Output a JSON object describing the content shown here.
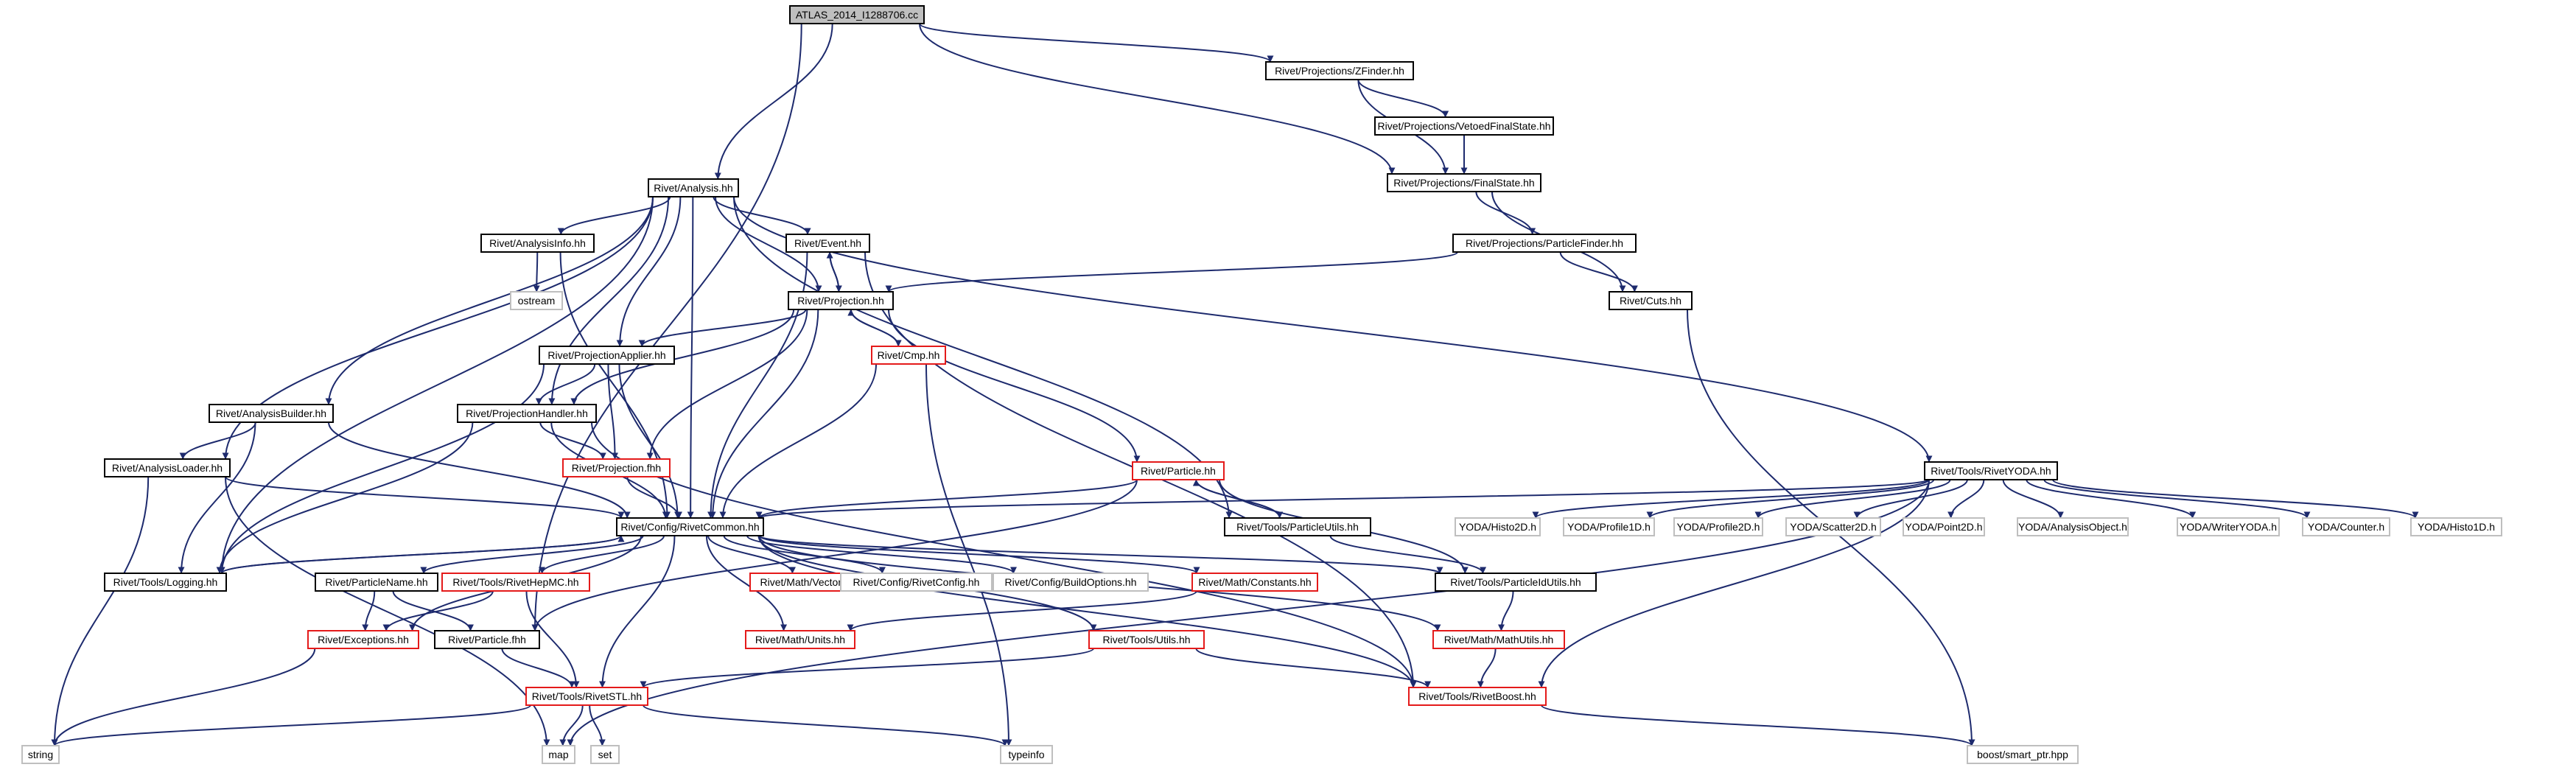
{
  "graph": {
    "nodes": [
      {
        "id": "root",
        "label": "ATLAS_2014_I1288706.cc",
        "type": "root"
      },
      {
        "id": "zfinder",
        "label": "Rivet/Projections/ZFinder.hh",
        "type": "black"
      },
      {
        "id": "vfs",
        "label": "Rivet/Projections/VetoedFinalState.hh",
        "type": "black"
      },
      {
        "id": "fs",
        "label": "Rivet/Projections/FinalState.hh",
        "type": "black"
      },
      {
        "id": "analysis",
        "label": "Rivet/Analysis.hh",
        "type": "black"
      },
      {
        "id": "pfinder",
        "label": "Rivet/Projections/ParticleFinder.hh",
        "type": "black"
      },
      {
        "id": "cuts",
        "label": "Rivet/Cuts.hh",
        "type": "black"
      },
      {
        "id": "ainfo",
        "label": "Rivet/AnalysisInfo.hh",
        "type": "black"
      },
      {
        "id": "event",
        "label": "Rivet/Event.hh",
        "type": "black"
      },
      {
        "id": "ostream",
        "label": "ostream",
        "type": "gray"
      },
      {
        "id": "projection",
        "label": "Rivet/Projection.hh",
        "type": "black"
      },
      {
        "id": "cmp",
        "label": "Rivet/Cmp.hh",
        "type": "red"
      },
      {
        "id": "papplier",
        "label": "Rivet/ProjectionApplier.hh",
        "type": "black"
      },
      {
        "id": "abuilder",
        "label": "Rivet/AnalysisBuilder.hh",
        "type": "black"
      },
      {
        "id": "phandler",
        "label": "Rivet/ProjectionHandler.hh",
        "type": "black"
      },
      {
        "id": "aloader",
        "label": "Rivet/AnalysisLoader.hh",
        "type": "black"
      },
      {
        "id": "projfhh",
        "label": "Rivet/Projection.fhh",
        "type": "red"
      },
      {
        "id": "particle",
        "label": "Rivet/Particle.hh",
        "type": "red"
      },
      {
        "id": "rivetyoda",
        "label": "Rivet/Tools/RivetYODA.hh",
        "type": "black"
      },
      {
        "id": "common",
        "label": "Rivet/Config/RivetCommon.hh",
        "type": "black"
      },
      {
        "id": "putils",
        "label": "Rivet/Tools/ParticleUtils.hh",
        "type": "black"
      },
      {
        "id": "histo2d",
        "label": "YODA/Histo2D.h",
        "type": "gray"
      },
      {
        "id": "profile1d",
        "label": "YODA/Profile1D.h",
        "type": "gray"
      },
      {
        "id": "profile2d",
        "label": "YODA/Profile2D.h",
        "type": "gray"
      },
      {
        "id": "scatter2d",
        "label": "YODA/Scatter2D.h",
        "type": "gray"
      },
      {
        "id": "point2d",
        "label": "YODA/Point2D.h",
        "type": "gray"
      },
      {
        "id": "aobject",
        "label": "YODA/AnalysisObject.h",
        "type": "gray"
      },
      {
        "id": "writeryoda",
        "label": "YODA/WriterYODA.h",
        "type": "gray"
      },
      {
        "id": "counter",
        "label": "YODA/Counter.h",
        "type": "gray"
      },
      {
        "id": "histo1d",
        "label": "YODA/Histo1D.h",
        "type": "gray"
      },
      {
        "id": "logging",
        "label": "Rivet/Tools/Logging.hh",
        "type": "black"
      },
      {
        "id": "pnames",
        "label": "Rivet/ParticleName.hh",
        "type": "black"
      },
      {
        "id": "hepmc",
        "label": "Rivet/Tools/RivetHepMC.hh",
        "type": "red"
      },
      {
        "id": "vectors",
        "label": "Rivet/Math/Vectors.hh",
        "type": "red"
      },
      {
        "id": "rconfig",
        "label": "Rivet/Config/RivetConfig.hh",
        "type": "gray"
      },
      {
        "id": "buildopts",
        "label": "Rivet/Config/BuildOptions.hh",
        "type": "gray"
      },
      {
        "id": "constants",
        "label": "Rivet/Math/Constants.hh",
        "type": "red"
      },
      {
        "id": "pidutils",
        "label": "Rivet/Tools/ParticleIdUtils.hh",
        "type": "black"
      },
      {
        "id": "exceptions",
        "label": "Rivet/Exceptions.hh",
        "type": "red"
      },
      {
        "id": "particlefhh",
        "label": "Rivet/Particle.fhh",
        "type": "black"
      },
      {
        "id": "units",
        "label": "Rivet/Math/Units.hh",
        "type": "red"
      },
      {
        "id": "tutils",
        "label": "Rivet/Tools/Utils.hh",
        "type": "red"
      },
      {
        "id": "mathutils",
        "label": "Rivet/Math/MathUtils.hh",
        "type": "red"
      },
      {
        "id": "rivetstl",
        "label": "Rivet/Tools/RivetSTL.hh",
        "type": "red"
      },
      {
        "id": "rivetboost",
        "label": "Rivet/Tools/RivetBoost.hh",
        "type": "red"
      },
      {
        "id": "string",
        "label": "string",
        "type": "gray"
      },
      {
        "id": "map",
        "label": "map",
        "type": "gray"
      },
      {
        "id": "set",
        "label": "set",
        "type": "gray"
      },
      {
        "id": "typeinfo",
        "label": "typeinfo",
        "type": "gray"
      },
      {
        "id": "smartptr",
        "label": "boost/smart_ptr.hpp",
        "type": "gray"
      }
    ],
    "edges": [
      [
        "root",
        "zfinder"
      ],
      [
        "root",
        "analysis"
      ],
      [
        "root",
        "fs"
      ],
      [
        "root",
        "particlefhh"
      ],
      [
        "zfinder",
        "vfs"
      ],
      [
        "zfinder",
        "fs"
      ],
      [
        "vfs",
        "fs"
      ],
      [
        "fs",
        "pfinder"
      ],
      [
        "fs",
        "cuts"
      ],
      [
        "pfinder",
        "cuts"
      ],
      [
        "pfinder",
        "projection"
      ],
      [
        "cuts",
        "smartptr"
      ],
      [
        "analysis",
        "ainfo"
      ],
      [
        "analysis",
        "event"
      ],
      [
        "analysis",
        "projection"
      ],
      [
        "analysis",
        "papplier"
      ],
      [
        "analysis",
        "phandler"
      ],
      [
        "analysis",
        "abuilder"
      ],
      [
        "analysis",
        "aloader"
      ],
      [
        "analysis",
        "logging"
      ],
      [
        "analysis",
        "common"
      ],
      [
        "analysis",
        "putils"
      ],
      [
        "analysis",
        "rivetyoda"
      ],
      [
        "ainfo",
        "ostream"
      ],
      [
        "ainfo",
        "common"
      ],
      [
        "event",
        "projection"
      ],
      [
        "event",
        "common"
      ],
      [
        "event",
        "rivetboost"
      ],
      [
        "projection",
        "event"
      ],
      [
        "projection",
        "cmp"
      ],
      [
        "projection",
        "papplier"
      ],
      [
        "projection",
        "phandler"
      ],
      [
        "projection",
        "projfhh"
      ],
      [
        "projection",
        "particle"
      ],
      [
        "projection",
        "common"
      ],
      [
        "cmp",
        "projection"
      ],
      [
        "cmp",
        "common"
      ],
      [
        "cmp",
        "typeinfo"
      ],
      [
        "papplier",
        "phandler"
      ],
      [
        "papplier",
        "projfhh"
      ],
      [
        "papplier",
        "common"
      ],
      [
        "papplier",
        "logging"
      ],
      [
        "abuilder",
        "aloader"
      ],
      [
        "abuilder",
        "logging"
      ],
      [
        "abuilder",
        "common"
      ],
      [
        "phandler",
        "projfhh"
      ],
      [
        "phandler",
        "common"
      ],
      [
        "phandler",
        "logging"
      ],
      [
        "phandler",
        "rivetboost"
      ],
      [
        "aloader",
        "common"
      ],
      [
        "aloader",
        "string"
      ],
      [
        "aloader",
        "map"
      ],
      [
        "projfhh",
        "common"
      ],
      [
        "particle",
        "common"
      ],
      [
        "particle",
        "putils"
      ],
      [
        "particle",
        "particlefhh"
      ],
      [
        "particle",
        "pidutils"
      ],
      [
        "putils",
        "particle"
      ],
      [
        "putils",
        "pidutils"
      ],
      [
        "rivetyoda",
        "common"
      ],
      [
        "rivetyoda",
        "histo2d"
      ],
      [
        "rivetyoda",
        "profile1d"
      ],
      [
        "rivetyoda",
        "profile2d"
      ],
      [
        "rivetyoda",
        "scatter2d"
      ],
      [
        "rivetyoda",
        "point2d"
      ],
      [
        "rivetyoda",
        "aobject"
      ],
      [
        "rivetyoda",
        "writeryoda"
      ],
      [
        "rivetyoda",
        "counter"
      ],
      [
        "rivetyoda",
        "histo1d"
      ],
      [
        "rivetyoda",
        "rivetboost"
      ],
      [
        "rivetyoda",
        "map"
      ],
      [
        "common",
        "logging"
      ],
      [
        "common",
        "pnames"
      ],
      [
        "common",
        "hepmc"
      ],
      [
        "common",
        "vectors"
      ],
      [
        "common",
        "rconfig"
      ],
      [
        "common",
        "buildopts"
      ],
      [
        "common",
        "constants"
      ],
      [
        "common",
        "pidutils"
      ],
      [
        "common",
        "exceptions"
      ],
      [
        "common",
        "units"
      ],
      [
        "common",
        "tutils"
      ],
      [
        "common",
        "mathutils"
      ],
      [
        "common",
        "rivetstl"
      ],
      [
        "common",
        "rivetboost"
      ],
      [
        "logging",
        "common"
      ],
      [
        "pnames",
        "exceptions"
      ],
      [
        "pnames",
        "particlefhh"
      ],
      [
        "hepmc",
        "exceptions"
      ],
      [
        "hepmc",
        "rivetstl"
      ],
      [
        "constants",
        "units"
      ],
      [
        "pidutils",
        "mathutils"
      ],
      [
        "exceptions",
        "string"
      ],
      [
        "particlefhh",
        "rivetstl"
      ],
      [
        "tutils",
        "rivetstl"
      ],
      [
        "tutils",
        "rivetboost"
      ],
      [
        "mathutils",
        "rivetboost"
      ],
      [
        "rivetstl",
        "string"
      ],
      [
        "rivetstl",
        "map"
      ],
      [
        "rivetstl",
        "set"
      ],
      [
        "rivetstl",
        "typeinfo"
      ],
      [
        "rivetboost",
        "smartptr"
      ]
    ]
  }
}
